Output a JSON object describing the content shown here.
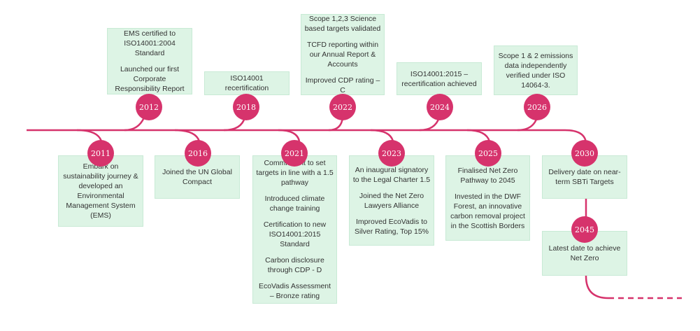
{
  "milestones": [
    {
      "year": "2012",
      "items": [
        "EMS certified to ISO14001:2004 Standard",
        "Launched our first Corporate Responsibility Report"
      ]
    },
    {
      "year": "2018",
      "items": [
        "ISO14001 recertification"
      ]
    },
    {
      "year": "2022",
      "items": [
        "Scope 1,2,3 Science based targets validated",
        "TCFD reporting within our Annual Report & Accounts",
        "Improved CDP rating – C"
      ]
    },
    {
      "year": "2024",
      "items": [
        "ISO14001:2015 – recertification achieved"
      ]
    },
    {
      "year": "2026",
      "items": [
        "Scope 1 & 2 emissions data independently verified under ISO 14064-3."
      ]
    },
    {
      "year": "2011",
      "items": [
        "Embark on sustainability journey & developed an Environmental Management System (EMS)"
      ]
    },
    {
      "year": "2016",
      "items": [
        "Joined the UN Global Compact"
      ]
    },
    {
      "year": "2021",
      "items": [
        "Commitment to set targets in line with a 1.5 pathway",
        "Introduced climate change training",
        "Certification to new ISO14001:2015 Standard",
        "Carbon disclosure through CDP - D",
        "EcoVadis Assessment – Bronze rating"
      ]
    },
    {
      "year": "2023",
      "items": [
        "An inaugural signatory to the Legal Charter 1.5",
        "Joined the Net Zero Lawyers Alliance",
        "Improved EcoVadis to Silver Rating, Top 15%"
      ]
    },
    {
      "year": "2025",
      "items": [
        "Finalised Net Zero Pathway to 2045",
        "Invested in the DWF Forest, an innovative carbon removal project in the Scottish Borders"
      ]
    },
    {
      "year": "2030",
      "items": [
        "Delivery date on near-term SBTi Targets"
      ]
    },
    {
      "year": "2045",
      "items": [
        "Latest date to achieve Net Zero"
      ]
    }
  ],
  "colors": {
    "line": "#d6336c",
    "card_background": "#ddf4e5",
    "year_circle": "#d6336c"
  }
}
